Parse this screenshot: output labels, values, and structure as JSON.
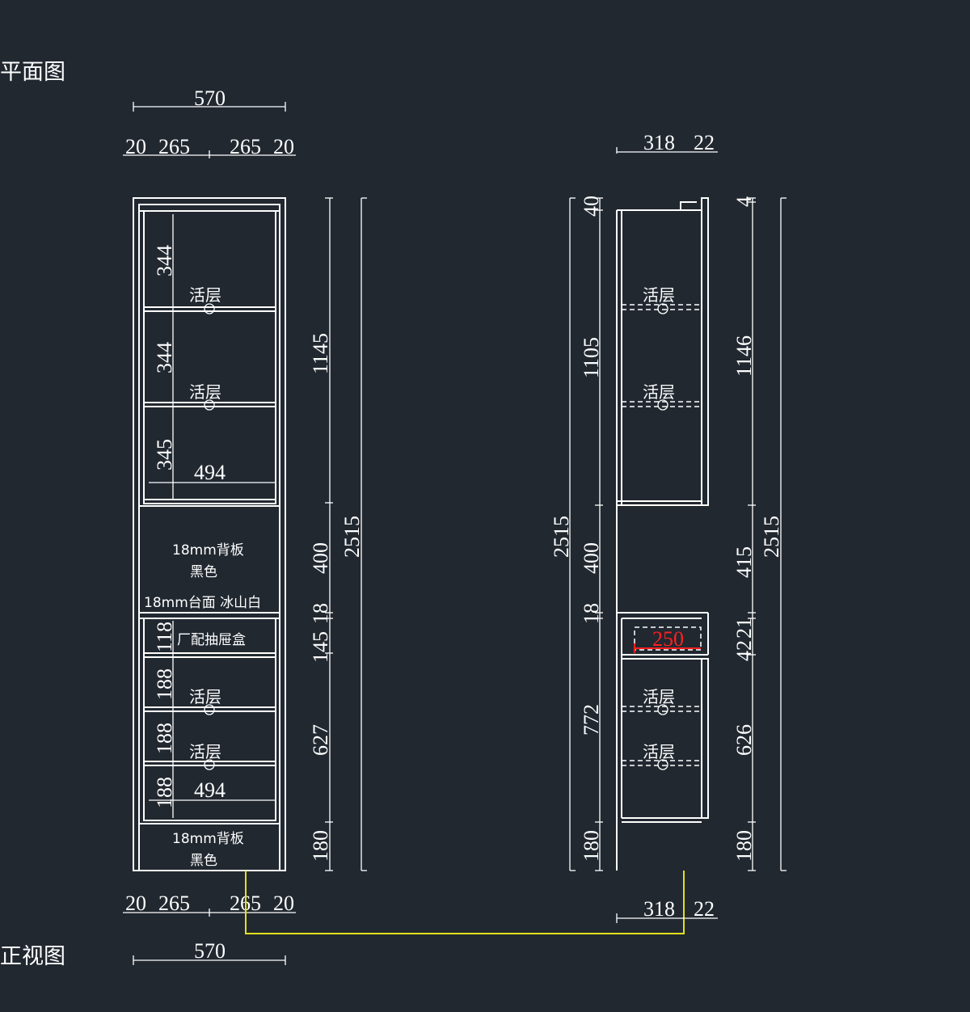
{
  "titles": {
    "plan": "平面图",
    "front": "正视图"
  },
  "front_view": {
    "overall_width": "570",
    "top_parts": [
      "20",
      "265",
      "265",
      "20"
    ],
    "bottom_parts": [
      "20",
      "265",
      "265",
      "20"
    ],
    "bottom_width": "570",
    "upper_heights": [
      "344",
      "344",
      "345"
    ],
    "inner_width_upper": "494",
    "inner_width_lower": "494",
    "shelf_label": "活层",
    "back_panel_line1": "18mm背板",
    "back_panel_line2": "黑色",
    "countertop": "18mm台面 冰山白",
    "drawer_box": "厂配抽屉盒",
    "lower_heights": [
      "118",
      "188",
      "188",
      "188"
    ],
    "right_dims": [
      "1145",
      "400",
      "18",
      "145",
      "627",
      "180"
    ],
    "total_height": "2515"
  },
  "side_view": {
    "top_parts": [
      "318",
      "22"
    ],
    "bottom_parts": [
      "318",
      "22"
    ],
    "left_dims": [
      "40",
      "1105",
      "400",
      "18",
      "772",
      "180"
    ],
    "left_total": "2515",
    "right_dims": [
      "4",
      "1146",
      "415",
      "21",
      "42",
      "626",
      "180"
    ],
    "right_total": "2515",
    "shelf_label": "活层",
    "red_dim": "250"
  },
  "colors": {
    "background": "#212830",
    "lines": "#ffffff",
    "highlight": "#ff2020",
    "leader": "#e3e01a"
  }
}
